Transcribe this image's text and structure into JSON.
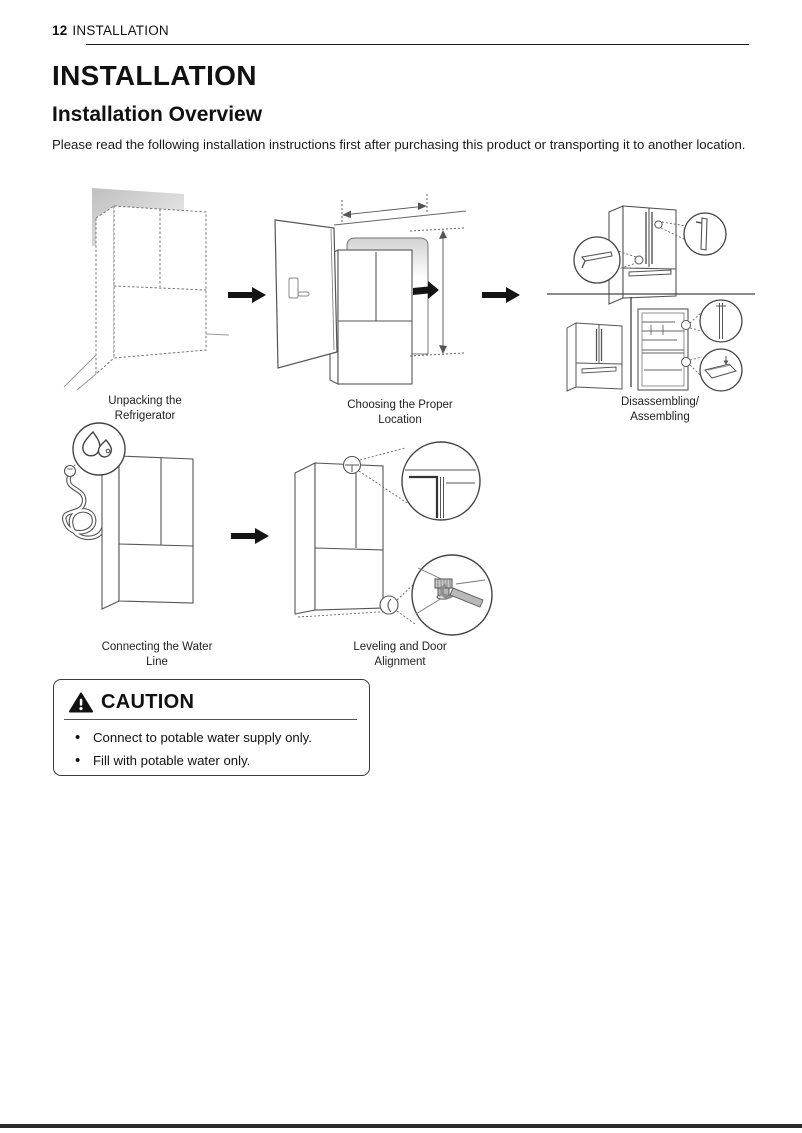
{
  "header": {
    "page_number": "12",
    "section_title": "INSTALLATION"
  },
  "main": {
    "title": "INSTALLATION",
    "subtitle": "Installation Overview",
    "intro": "Please read the following installation instructions first after purchasing this product or transporting it to another location."
  },
  "figures": [
    {
      "name": "unpacking-the-refrigerator",
      "caption": "Unpacking the\nRefrigerator"
    },
    {
      "name": "choosing-the-proper-location",
      "caption": "Choosing the Proper\nLocation"
    },
    {
      "name": "disassembling-assembling",
      "caption": "Disassembling/\nAssembling"
    },
    {
      "name": "connecting-the-water-line",
      "caption": "Connecting the Water\nLine"
    },
    {
      "name": "leveling-and-door-alignment",
      "caption": "Leveling and Door\nAlignment"
    }
  ],
  "caution": {
    "title": "CAUTION",
    "icon": "warning-triangle-icon",
    "items": [
      "Connect to potable water supply only.",
      "Fill with potable water only."
    ]
  },
  "colors": {
    "text": "#1a1a1a",
    "line_art": "#555555",
    "footer_bar": "#26292d"
  }
}
